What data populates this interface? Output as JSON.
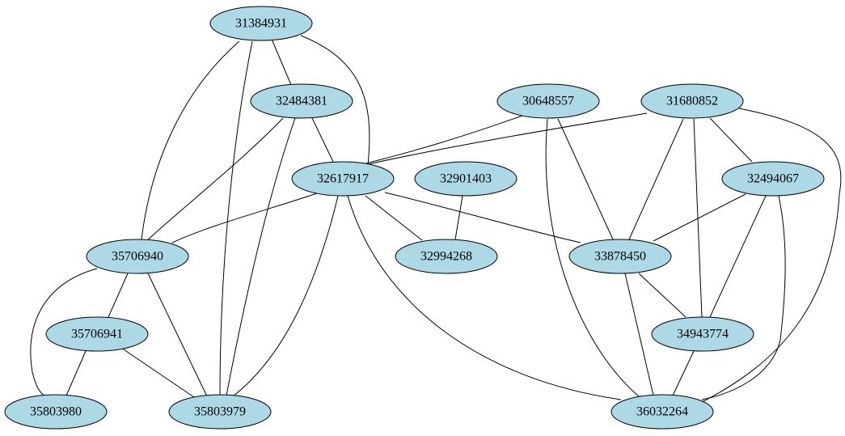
{
  "graph": {
    "colors": {
      "node_fill": "#add8e6",
      "node_stroke": "#000000",
      "edge_stroke": "#000000",
      "background": "#ffffff"
    },
    "nodes": [
      {
        "id": "n31384931",
        "label": "31384931"
      },
      {
        "id": "n32484381",
        "label": "32484381"
      },
      {
        "id": "n30648557",
        "label": "30648557"
      },
      {
        "id": "n31680852",
        "label": "31680852"
      },
      {
        "id": "n32617917",
        "label": "32617917"
      },
      {
        "id": "n32901403",
        "label": "32901403"
      },
      {
        "id": "n32494067",
        "label": "32494067"
      },
      {
        "id": "n35706940",
        "label": "35706940"
      },
      {
        "id": "n32994268",
        "label": "32994268"
      },
      {
        "id": "n33878450",
        "label": "33878450"
      },
      {
        "id": "n35706941",
        "label": "35706941"
      },
      {
        "id": "n34943774",
        "label": "34943774"
      },
      {
        "id": "n35803980",
        "label": "35803980"
      },
      {
        "id": "n35803979",
        "label": "35803979"
      },
      {
        "id": "n36032264",
        "label": "36032264"
      }
    ],
    "edges": [
      {
        "from": "n31384931",
        "to": "n32484381"
      },
      {
        "from": "n31384931",
        "to": "n32617917"
      },
      {
        "from": "n31384931",
        "to": "n35706940"
      },
      {
        "from": "n31384931",
        "to": "n35803979"
      },
      {
        "from": "n32484381",
        "to": "n32617917"
      },
      {
        "from": "n32484381",
        "to": "n35706940"
      },
      {
        "from": "n32484381",
        "to": "n35803979"
      },
      {
        "from": "n30648557",
        "to": "n32617917"
      },
      {
        "from": "n30648557",
        "to": "n33878450"
      },
      {
        "from": "n30648557",
        "to": "n36032264"
      },
      {
        "from": "n31680852",
        "to": "n32617917"
      },
      {
        "from": "n31680852",
        "to": "n32494067"
      },
      {
        "from": "n31680852",
        "to": "n33878450"
      },
      {
        "from": "n31680852",
        "to": "n34943774"
      },
      {
        "from": "n31680852",
        "to": "n36032264"
      },
      {
        "from": "n32617917",
        "to": "n35706940"
      },
      {
        "from": "n32617917",
        "to": "n32994268"
      },
      {
        "from": "n32617917",
        "to": "n33878450"
      },
      {
        "from": "n32617917",
        "to": "n35803979"
      },
      {
        "from": "n32617917",
        "to": "n36032264"
      },
      {
        "from": "n32901403",
        "to": "n32994268"
      },
      {
        "from": "n32494067",
        "to": "n33878450"
      },
      {
        "from": "n32494067",
        "to": "n34943774"
      },
      {
        "from": "n32494067",
        "to": "n36032264"
      },
      {
        "from": "n35706940",
        "to": "n35706941"
      },
      {
        "from": "n35706940",
        "to": "n35803980"
      },
      {
        "from": "n35706940",
        "to": "n35803979"
      },
      {
        "from": "n33878450",
        "to": "n34943774"
      },
      {
        "from": "n33878450",
        "to": "n36032264"
      },
      {
        "from": "n35706941",
        "to": "n35803980"
      },
      {
        "from": "n35706941",
        "to": "n35803979"
      },
      {
        "from": "n34943774",
        "to": "n36032264"
      }
    ]
  }
}
